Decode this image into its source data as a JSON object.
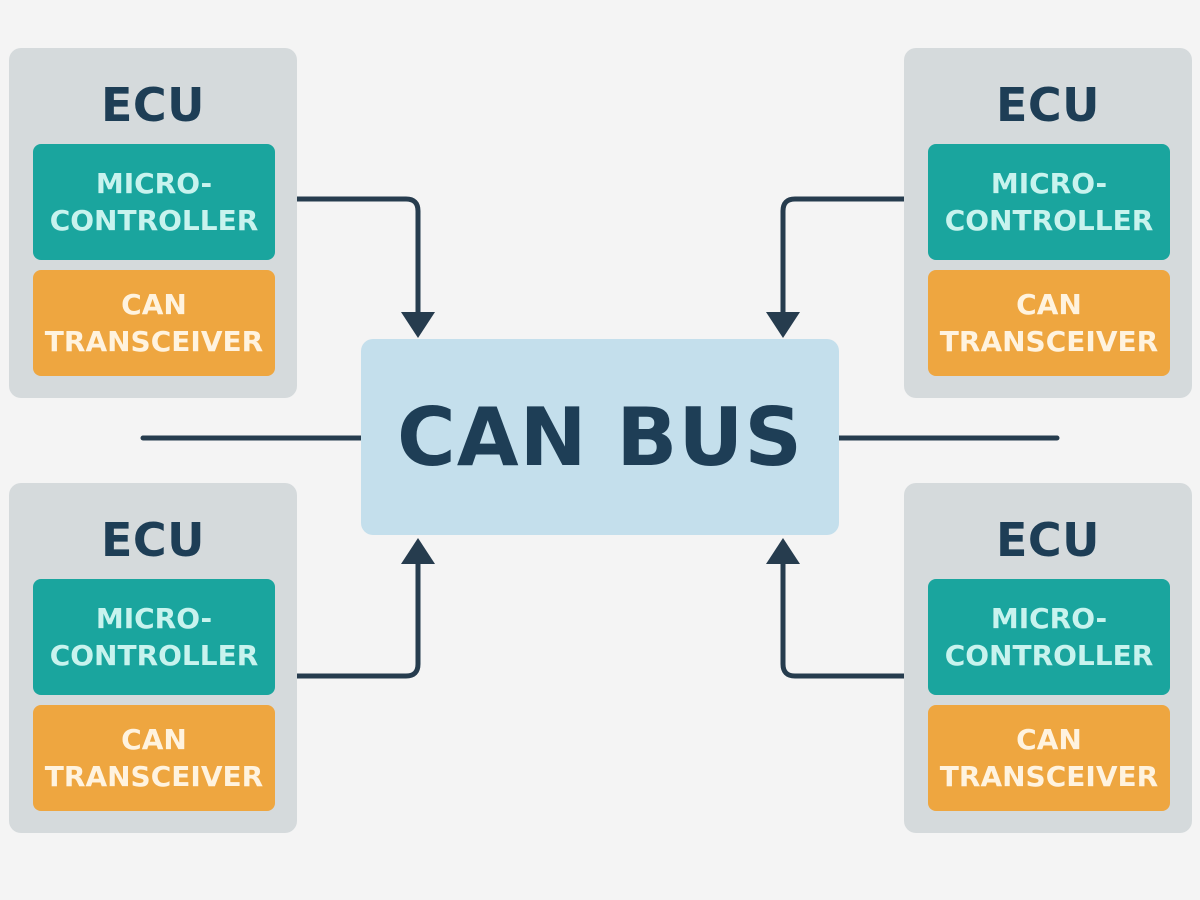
{
  "diagram": {
    "bus": {
      "label": "CAN BUS",
      "fill": "#c4dfec",
      "text_color": "#1e3e56"
    },
    "ecus": [
      {
        "id": "top-left",
        "title": "ECU",
        "microcontroller": [
          "MICRO-",
          "CONTROLLER"
        ],
        "transceiver": [
          "CAN",
          "TRANSCEIVER"
        ]
      },
      {
        "id": "top-right",
        "title": "ECU",
        "microcontroller": [
          "MICRO-",
          "CONTROLLER"
        ],
        "transceiver": [
          "CAN",
          "TRANSCEIVER"
        ]
      },
      {
        "id": "bottom-left",
        "title": "ECU",
        "microcontroller": [
          "MICRO-",
          "CONTROLLER"
        ],
        "transceiver": [
          "CAN",
          "TRANSCEIVER"
        ]
      },
      {
        "id": "bottom-right",
        "title": "ECU",
        "microcontroller": [
          "MICRO-",
          "CONTROLLER"
        ],
        "transceiver": [
          "CAN",
          "TRANSCEIVER"
        ]
      }
    ],
    "connections": [
      {
        "from": "top-left",
        "to": "bus",
        "direction": "into-bus"
      },
      {
        "from": "top-right",
        "to": "bus",
        "direction": "into-bus"
      },
      {
        "from": "bottom-left",
        "to": "bus",
        "direction": "into-bus"
      },
      {
        "from": "bottom-right",
        "to": "bus",
        "direction": "into-bus"
      }
    ],
    "colors": {
      "background": "#f4f4f4",
      "ecu_panel": "#d5dadc",
      "microcontroller": "#1aa59e",
      "microcontroller_text": "#c8f3ee",
      "transceiver": "#eea640",
      "transceiver_text": "#fff3df",
      "line": "#263c4e",
      "title": "#1e3e56"
    }
  }
}
